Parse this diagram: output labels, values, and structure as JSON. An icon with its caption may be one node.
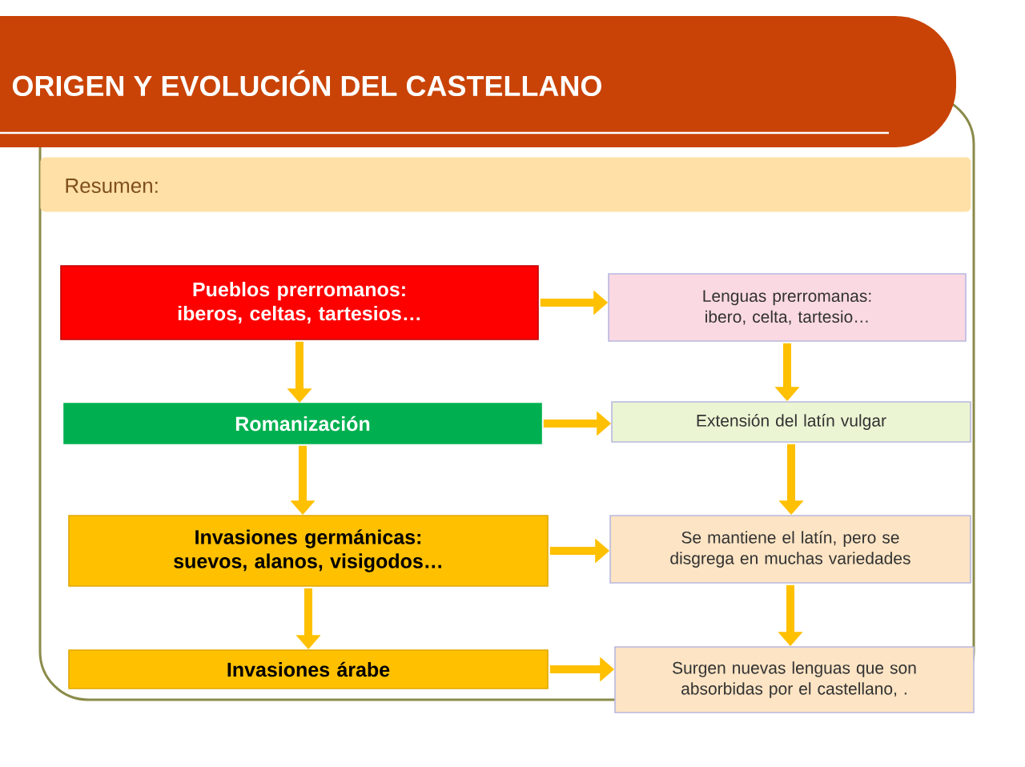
{
  "diagram": {
    "title": "ORIGEN Y EVOLUCIÓN DEL CASTELLANO",
    "nodes": [
      {
        "text": [
          "Resumen:"
        ]
      },
      {
        "text": [
          "Pueblos prerromanos: iberos, celtas, tartesios…"
        ]
      },
      {
        "text": [
          "Lenguas prerromanas:  ibero, celta, tartesio…"
        ]
      },
      {
        "text": [
          "Romanización"
        ]
      },
      {
        "text": [
          "Extensión del latín vulgar"
        ]
      },
      {
        "text": [
          "Invasiones germánicas: suevos, alanos, visigodos…"
        ]
      },
      {
        "text": [
          "Se mantiene el latín, pero se disgrega en muchas variedades"
        ]
      },
      {
        "text": [
          "Invasiones árabe"
        ]
      },
      {
        "text": [
          "Surgen nuevas lenguas que son absorbidas por el castellano, ."
        ]
      }
    ],
    "edges": [
      {
        "from": 1,
        "to": 2,
        "arrow": "to"
      },
      {
        "from": 1,
        "to": 3,
        "arrow": "to"
      },
      {
        "from": 2,
        "to": 4,
        "arrow": "to"
      },
      {
        "from": 3,
        "to": 4,
        "arrow": "to"
      },
      {
        "from": 3,
        "to": 5,
        "arrow": "to"
      },
      {
        "from": 4,
        "to": 6,
        "arrow": "to"
      },
      {
        "from": 5,
        "to": 6,
        "arrow": "to"
      },
      {
        "from": 5,
        "to": 7,
        "arrow": "to"
      },
      {
        "from": 6,
        "to": 8,
        "arrow": "to"
      },
      {
        "from": 7,
        "to": 8,
        "arrow": "to"
      }
    ]
  }
}
